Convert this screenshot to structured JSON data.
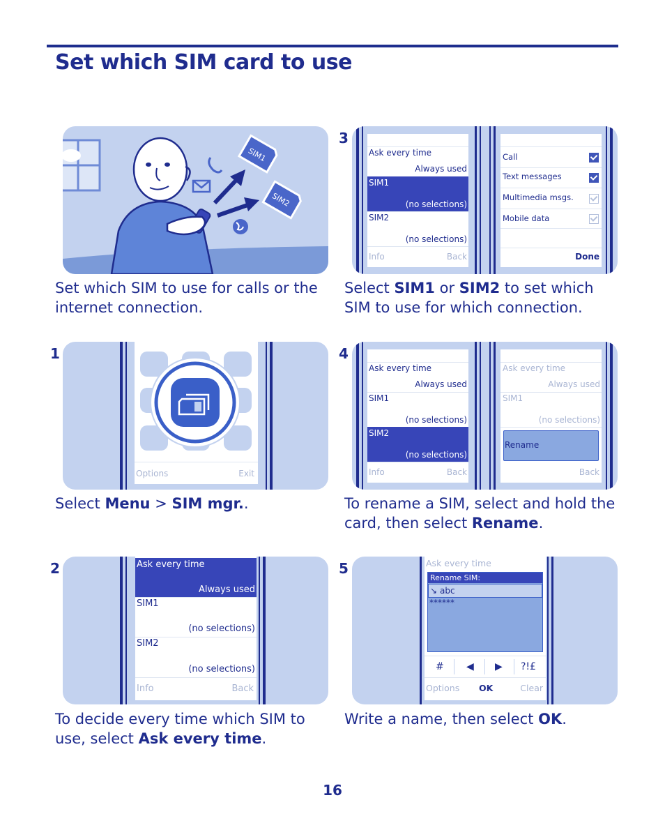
{
  "heading": "Set which SIM card to use",
  "page_number": "16",
  "intro": {
    "caption": "Set which SIM to use for calls or the internet connection.",
    "sim_label_1": "SIM1",
    "sim_label_2": "SIM2"
  },
  "step1": {
    "number": "1",
    "caption_pre": "Select ",
    "caption_b1": "Menu",
    "caption_mid": " > ",
    "caption_b2": "SIM mgr.",
    "caption_post": ".",
    "softkeys": {
      "left": "Options",
      "right": "Exit"
    }
  },
  "step2": {
    "number": "2",
    "caption_pre": "To decide every time which SIM to use, select ",
    "caption_b1": "Ask every time",
    "caption_post": ".",
    "rows": [
      {
        "title": "Ask every time",
        "sub": "Always used"
      },
      {
        "title": "SIM1",
        "sub": "(no selections)"
      },
      {
        "title": "SIM2",
        "sub": "(no selections)"
      }
    ],
    "softkeys": {
      "left": "Info",
      "right": "Back"
    }
  },
  "step3": {
    "number": "3",
    "caption_pre": "Select ",
    "caption_b1": "SIM1",
    "caption_mid": " or ",
    "caption_b2": "SIM2",
    "caption_post": " to set which SIM to use for which connection.",
    "left_rows": [
      {
        "title": "Ask every time",
        "sub": "Always used"
      },
      {
        "title": "SIM1",
        "sub": "(no selections)"
      },
      {
        "title": "SIM2",
        "sub": "(no selections)"
      }
    ],
    "left_softkeys": {
      "left": "Info",
      "right": "Back"
    },
    "right_rows": [
      "Call",
      "Text messages",
      "Multimedia msgs.",
      "Mobile data"
    ],
    "right_softkey": "Done"
  },
  "step4": {
    "number": "4",
    "caption_pre": "To rename a SIM, select and hold the card, then select ",
    "caption_b1": "Rename",
    "caption_post": ".",
    "left_rows": [
      {
        "title": "Ask every time",
        "sub": "Always used"
      },
      {
        "title": "SIM1",
        "sub": "(no selections)"
      },
      {
        "title": "SIM2",
        "sub": "(no selections)"
      }
    ],
    "left_softkeys": {
      "left": "Info",
      "right": "Back"
    },
    "right_rows": [
      {
        "title": "Ask every time",
        "sub": "Always used"
      },
      {
        "title": "SIM1",
        "sub": "(no selections)"
      }
    ],
    "popup": "Rename",
    "right_softkey": "Back"
  },
  "step5": {
    "number": "5",
    "caption_pre": "Write a name, then select ",
    "caption_b1": "OK",
    "caption_post": ".",
    "header": "Ask every time",
    "dialog_title": "Rename SIM:",
    "input_value": "abc",
    "masked": "******",
    "keys": [
      "#",
      "◀",
      "▶",
      "?!£"
    ],
    "softkeys": {
      "left": "Options",
      "middle": "OK",
      "right": "Clear"
    }
  },
  "colors": {
    "primary": "#1f2c8e",
    "panel": "#c3d2ef",
    "selected": "#3745b8"
  }
}
